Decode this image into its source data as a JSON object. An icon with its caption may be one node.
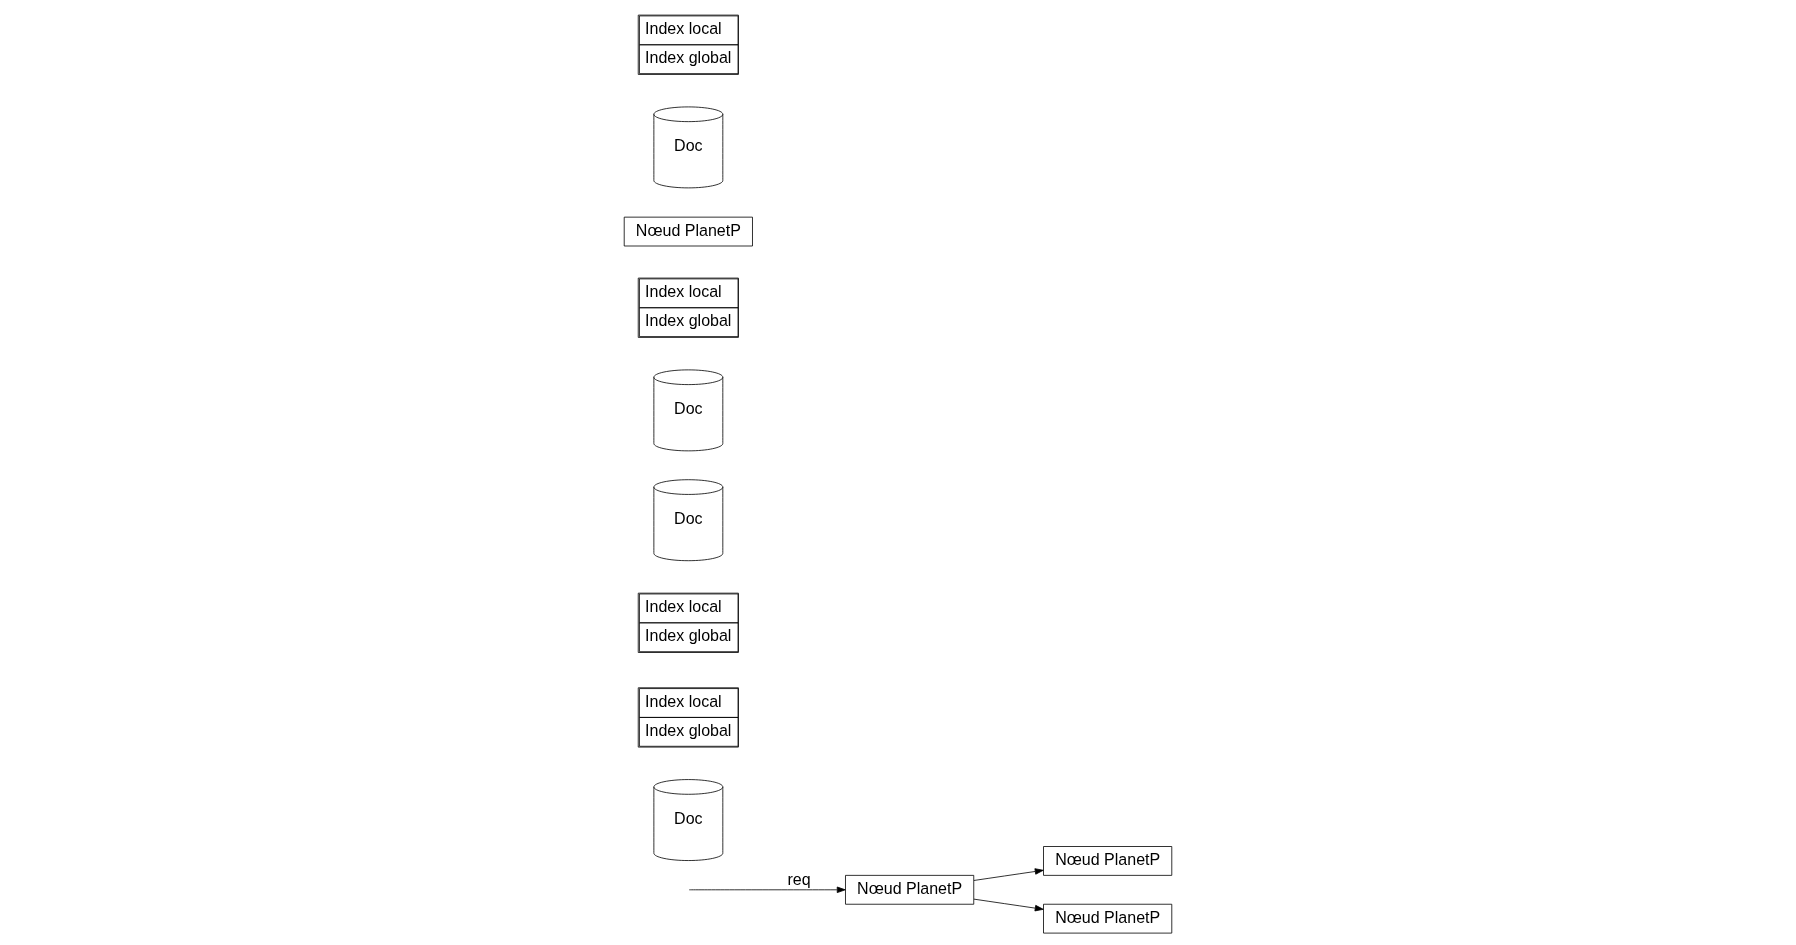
{
  "diagram": {
    "nodes": [
      {
        "text": [
          "Nœud PlanetP"
        ]
      },
      {
        "text": [
          "Doc"
        ]
      },
      {
        "text": [
          "Index local",
          "Index global"
        ]
      },
      {
        "text": [
          "Nœud PlanetP"
        ]
      },
      {
        "text": [
          "Index local",
          "Index global"
        ]
      },
      {
        "text": [
          "Doc"
        ]
      },
      {
        "text": [
          "Nœud PlanetP"
        ]
      },
      {
        "text": [
          "Doc"
        ]
      },
      {
        "text": [
          "Index local",
          "Index global"
        ]
      },
      {
        "text": [
          "Nœud PlanetP"
        ]
      },
      {
        "text": [
          "Doc"
        ]
      },
      {
        "text": [
          "Index local",
          "Index global"
        ]
      }
    ],
    "edges": [
      {
        "from": null,
        "to": 3,
        "arrow": "to",
        "label": "req"
      },
      {
        "from": 3,
        "to": 0,
        "arrow": "to"
      },
      {
        "from": 3,
        "to": 6,
        "arrow": "to"
      }
    ]
  }
}
